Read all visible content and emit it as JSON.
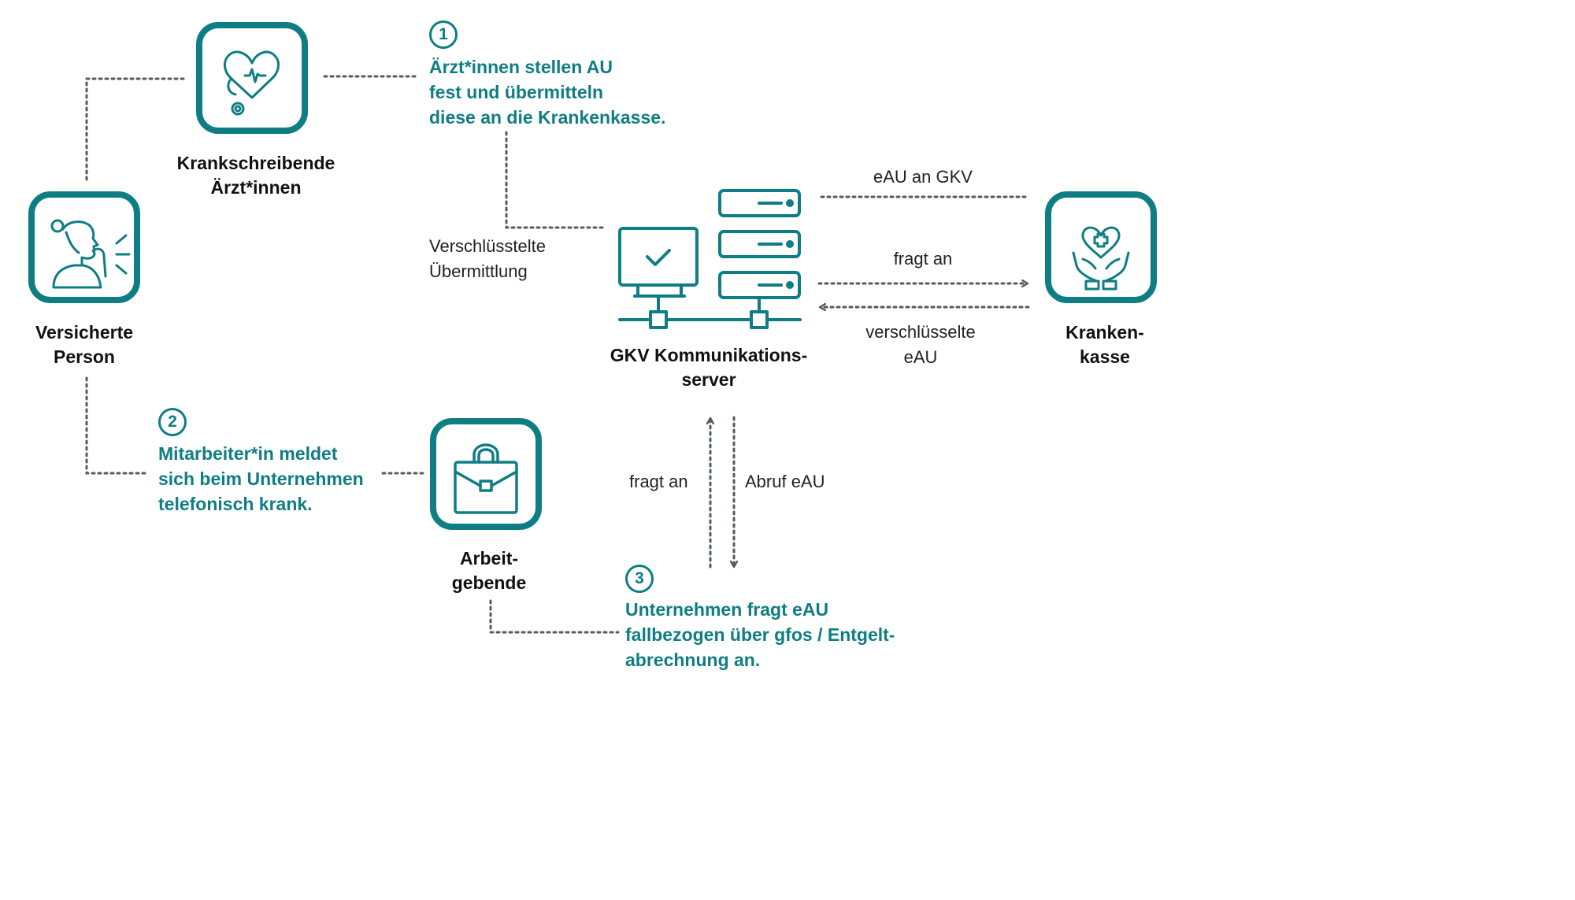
{
  "colors": {
    "accent": "#0e7d84",
    "line": "#555a60",
    "text": "#111111"
  },
  "nodes": {
    "doctors": {
      "icon": "stethoscope-heart-icon",
      "label_lines": [
        "Krankschreibende",
        "Ärzt*innen"
      ]
    },
    "person": {
      "icon": "coughing-person-icon",
      "label_lines": [
        "Versicherte",
        "Person"
      ]
    },
    "server": {
      "icon": "server-network-icon",
      "label_lines": [
        "GKV Kommunikations-",
        "server"
      ]
    },
    "insurer": {
      "icon": "heart-hands-icon",
      "label_lines": [
        "Kranken-",
        "kasse"
      ]
    },
    "employer": {
      "icon": "briefcase-icon",
      "label_lines": [
        "Arbeit-",
        "gebende"
      ]
    }
  },
  "steps": [
    {
      "number": "1",
      "lines": [
        "Ärzt*innen stellen AU",
        "fest und übermitteln",
        "diese an die Krankenkasse."
      ]
    },
    {
      "number": "2",
      "lines": [
        "Mitarbeiter*in meldet",
        "sich beim Unternehmen",
        "telefonisch krank."
      ]
    },
    {
      "number": "3",
      "lines": [
        "Unternehmen fragt eAU",
        "fallbezogen über gfos / Entgelt-",
        "abrechnung an."
      ]
    }
  ],
  "edge_labels": {
    "encrypted_transfer": [
      "Verschlüsstelte",
      "Übermittlung"
    ],
    "eau_to_gkv": "eAU an GKV",
    "asks_insurer": "fragt an",
    "encrypted_eau": [
      "verschlüsselte",
      "eAU"
    ],
    "asks_server": "fragt an",
    "retrieve_eau": "Abruf eAU"
  }
}
